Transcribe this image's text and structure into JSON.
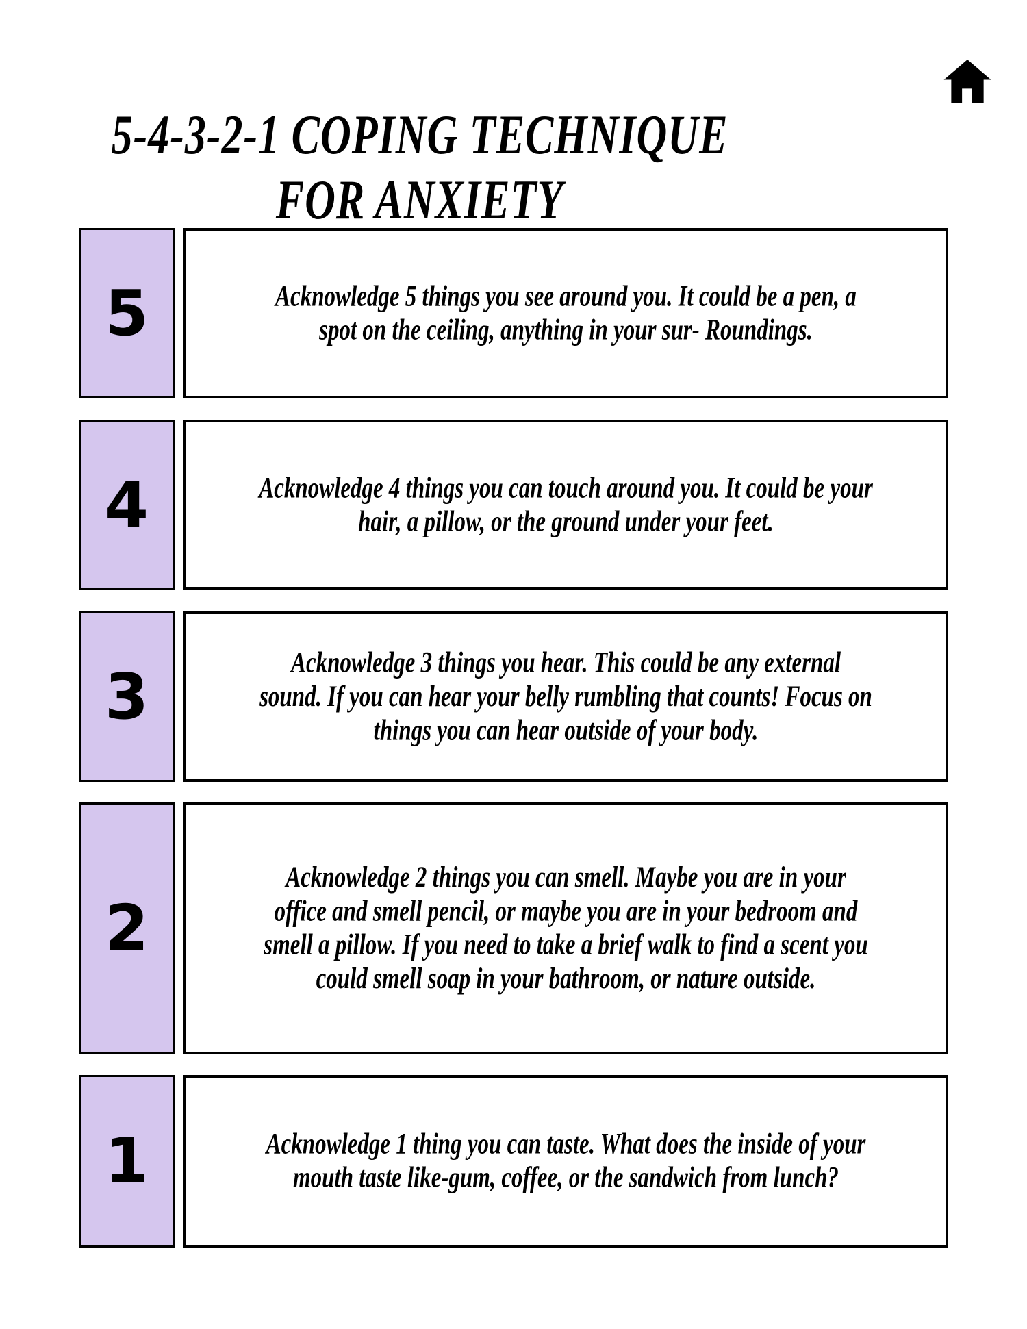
{
  "page": {
    "background": "#ffffff",
    "box_fill": "#d5c6ee",
    "border_color": "#000000",
    "text_color": "#000000"
  },
  "header": {
    "title": "5-4-3-2-1 COPING TECHNIQUE\nFOR ANXIETY",
    "home_icon": "home-icon"
  },
  "steps": [
    {
      "number": "5",
      "text": "Acknowledge 5 things you see around you. It could be a pen, a\nspot on the ceiling, anything in your sur- Roundings."
    },
    {
      "number": "4",
      "text": "Acknowledge 4 things you can touch around you. It could be your\nhair, a pillow, or the ground under your feet."
    },
    {
      "number": "3",
      "text": "Acknowledge 3 things you hear. This could be any external\nsound. If you can hear your belly rumbling that counts! Focus on\nthings you can hear outside of your body."
    },
    {
      "number": "2",
      "text": "Acknowledge 2 things you can smell. Maybe you are in your\noffice and smell pencil, or maybe you are in your bedroom and\nsmell a pillow. If you need to take a brief walk to find a scent you\ncould smell soap in your bathroom, or nature outside."
    },
    {
      "number": "1",
      "text": "Acknowledge 1 thing you can taste. What does the inside of your\nmouth taste like-gum, coffee, or the sandwich from lunch?"
    }
  ]
}
